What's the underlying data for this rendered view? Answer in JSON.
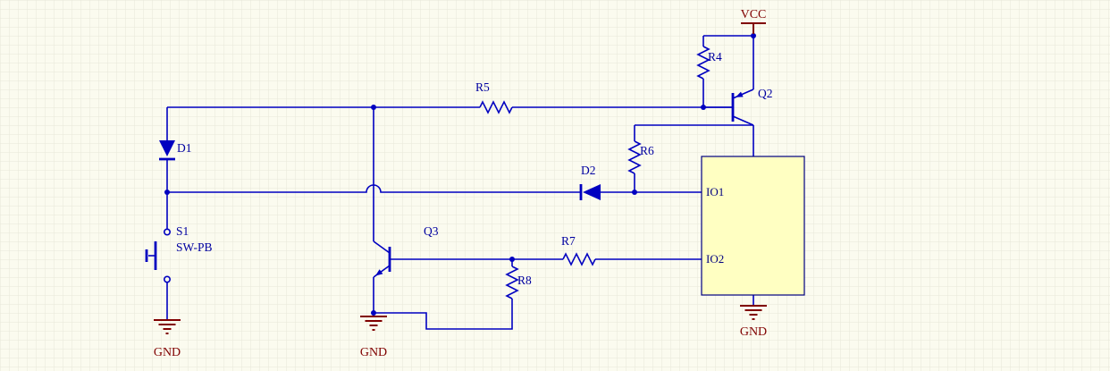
{
  "colors": {
    "bg": "#FBFBEF",
    "grid": "#E7E7D8",
    "wire": "#0000C0",
    "label": "#0000A0",
    "pin_text": "#000080",
    "power": "#800000",
    "ic_fill": "#FFFFC2",
    "ic_border": "#000080"
  },
  "power_ports": {
    "vcc": "VCC",
    "gnd_left": "GND",
    "gnd_middle": "GND",
    "gnd_ic": "GND"
  },
  "components": {
    "D1": {
      "designator": "D1"
    },
    "D2": {
      "designator": "D2"
    },
    "S1": {
      "designator": "S1",
      "comment": "SW-PB"
    },
    "Q2": {
      "designator": "Q2"
    },
    "Q3": {
      "designator": "Q3"
    },
    "R4": {
      "designator": "R4"
    },
    "R5": {
      "designator": "R5"
    },
    "R6": {
      "designator": "R6"
    },
    "R7": {
      "designator": "R7"
    },
    "R8": {
      "designator": "R8"
    },
    "U1": {
      "pins": {
        "io1": "IO1",
        "io2": "IO2"
      }
    }
  }
}
